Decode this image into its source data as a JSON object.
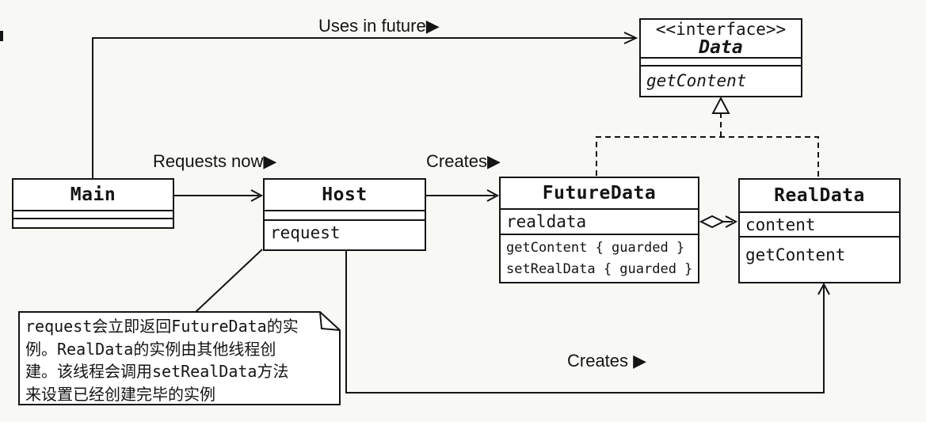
{
  "labels": {
    "uses_in_future": "Uses in future▶",
    "requests_now": "Requests now▶",
    "creates_host_futuredata": "Creates▶",
    "creates_host_realdata": "Creates ▶"
  },
  "classes": {
    "main": {
      "name": "Main"
    },
    "host": {
      "name": "Host",
      "methods": [
        "request"
      ]
    },
    "future_data": {
      "name": "FutureData",
      "fields": [
        "realdata"
      ],
      "methods": [
        "getContent { guarded }",
        "setRealData { guarded }"
      ]
    },
    "real_data": {
      "name": "RealData",
      "fields": [
        "content"
      ],
      "methods": [
        "getContent"
      ]
    },
    "data_interface": {
      "stereotype": "<<interface>>",
      "name": "Data",
      "methods": [
        "getContent"
      ]
    }
  },
  "note": {
    "lines": [
      "request会立即返回FutureData的实",
      "例。RealData的实例由其他线程创",
      "建。该线程会调用setRealData方法",
      "来设置已经创建完毕的实例"
    ]
  },
  "colors": {
    "line": "#141414",
    "paper": "#f8f8f5",
    "box_background": "#ffffff"
  }
}
